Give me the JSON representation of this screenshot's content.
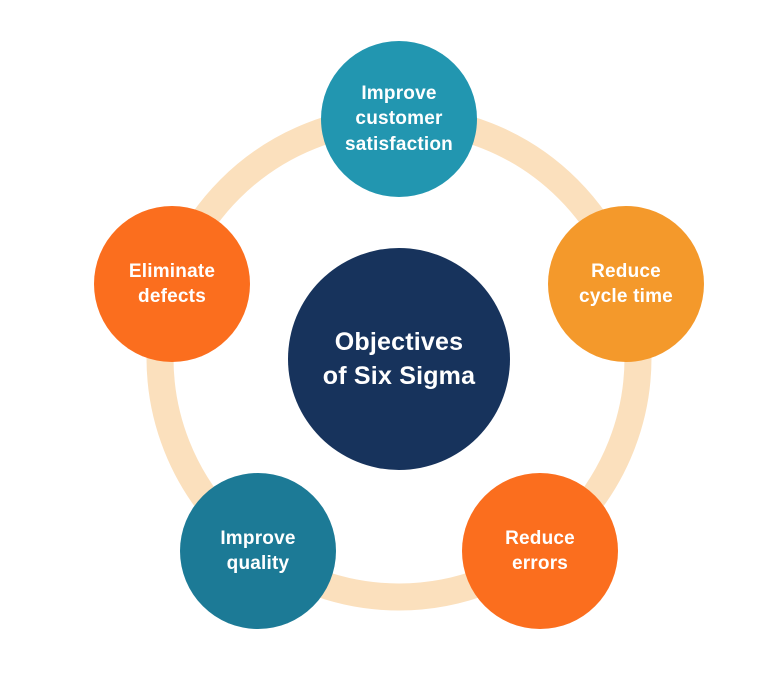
{
  "diagram": {
    "background_color": "#ffffff",
    "ring": {
      "color": "#fbe0bd",
      "description": "connector-ring"
    },
    "center": {
      "label": "Objectives\nof Six Sigma",
      "color": "#17335c",
      "text_color": "#ffffff"
    },
    "nodes": [
      {
        "id": "improve-customer-satisfaction",
        "label": "Improve\ncustomer\nsatisfaction",
        "color": "#2296b0",
        "text_color": "#ffffff"
      },
      {
        "id": "reduce-cycle-time",
        "label": "Reduce\ncycle time",
        "color": "#f4992b",
        "text_color": "#ffffff"
      },
      {
        "id": "reduce-errors",
        "label": "Reduce\nerrors",
        "color": "#fb6e1e",
        "text_color": "#ffffff"
      },
      {
        "id": "improve-quality",
        "label": "Improve\nquality",
        "color": "#1c7a96",
        "text_color": "#ffffff"
      },
      {
        "id": "eliminate-defects",
        "label": "Eliminate\ndefects",
        "color": "#fb6e1e",
        "text_color": "#ffffff"
      }
    ]
  }
}
